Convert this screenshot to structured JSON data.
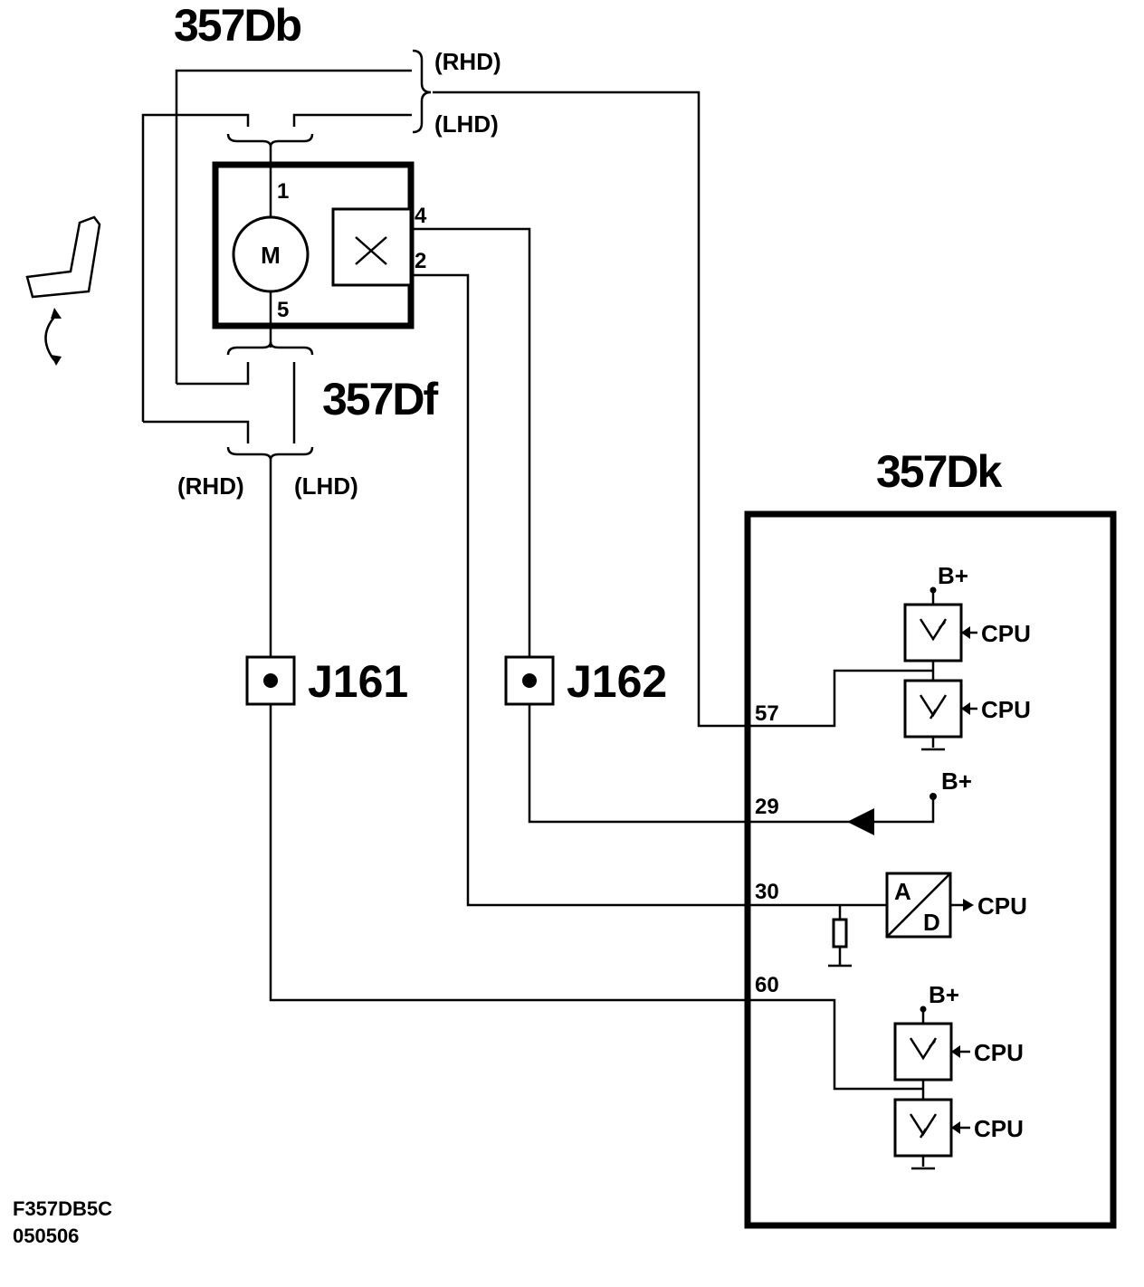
{
  "components": {
    "motor_connector_top": "357Db",
    "motor_connector_bottom": "357Df",
    "control_module": "357Dk"
  },
  "variants": {
    "top_rhd": "(RHD)",
    "top_lhd": "(LHD)",
    "bottom_rhd": "(RHD)",
    "bottom_lhd": "(LHD)"
  },
  "motor": {
    "symbol": "M",
    "pins": {
      "p1": "1",
      "p5": "5",
      "p4": "4",
      "p2": "2"
    }
  },
  "junctions": {
    "j1": "J161",
    "j2": "J162"
  },
  "module_pins": {
    "p57": "57",
    "p29": "29",
    "p30": "30",
    "p60": "60"
  },
  "module": {
    "supply": "B+",
    "cpu": "CPU",
    "adc_a": "A",
    "adc_d": "D"
  },
  "footer": {
    "code": "F357DB5C",
    "date": "050506"
  },
  "icons": [
    "seat-icon",
    "rotation-arrow-icon",
    "sensor-cross-icon",
    "transistor-icon",
    "ground-icon",
    "resistor-icon",
    "adc-icon",
    "current-source-icon"
  ]
}
